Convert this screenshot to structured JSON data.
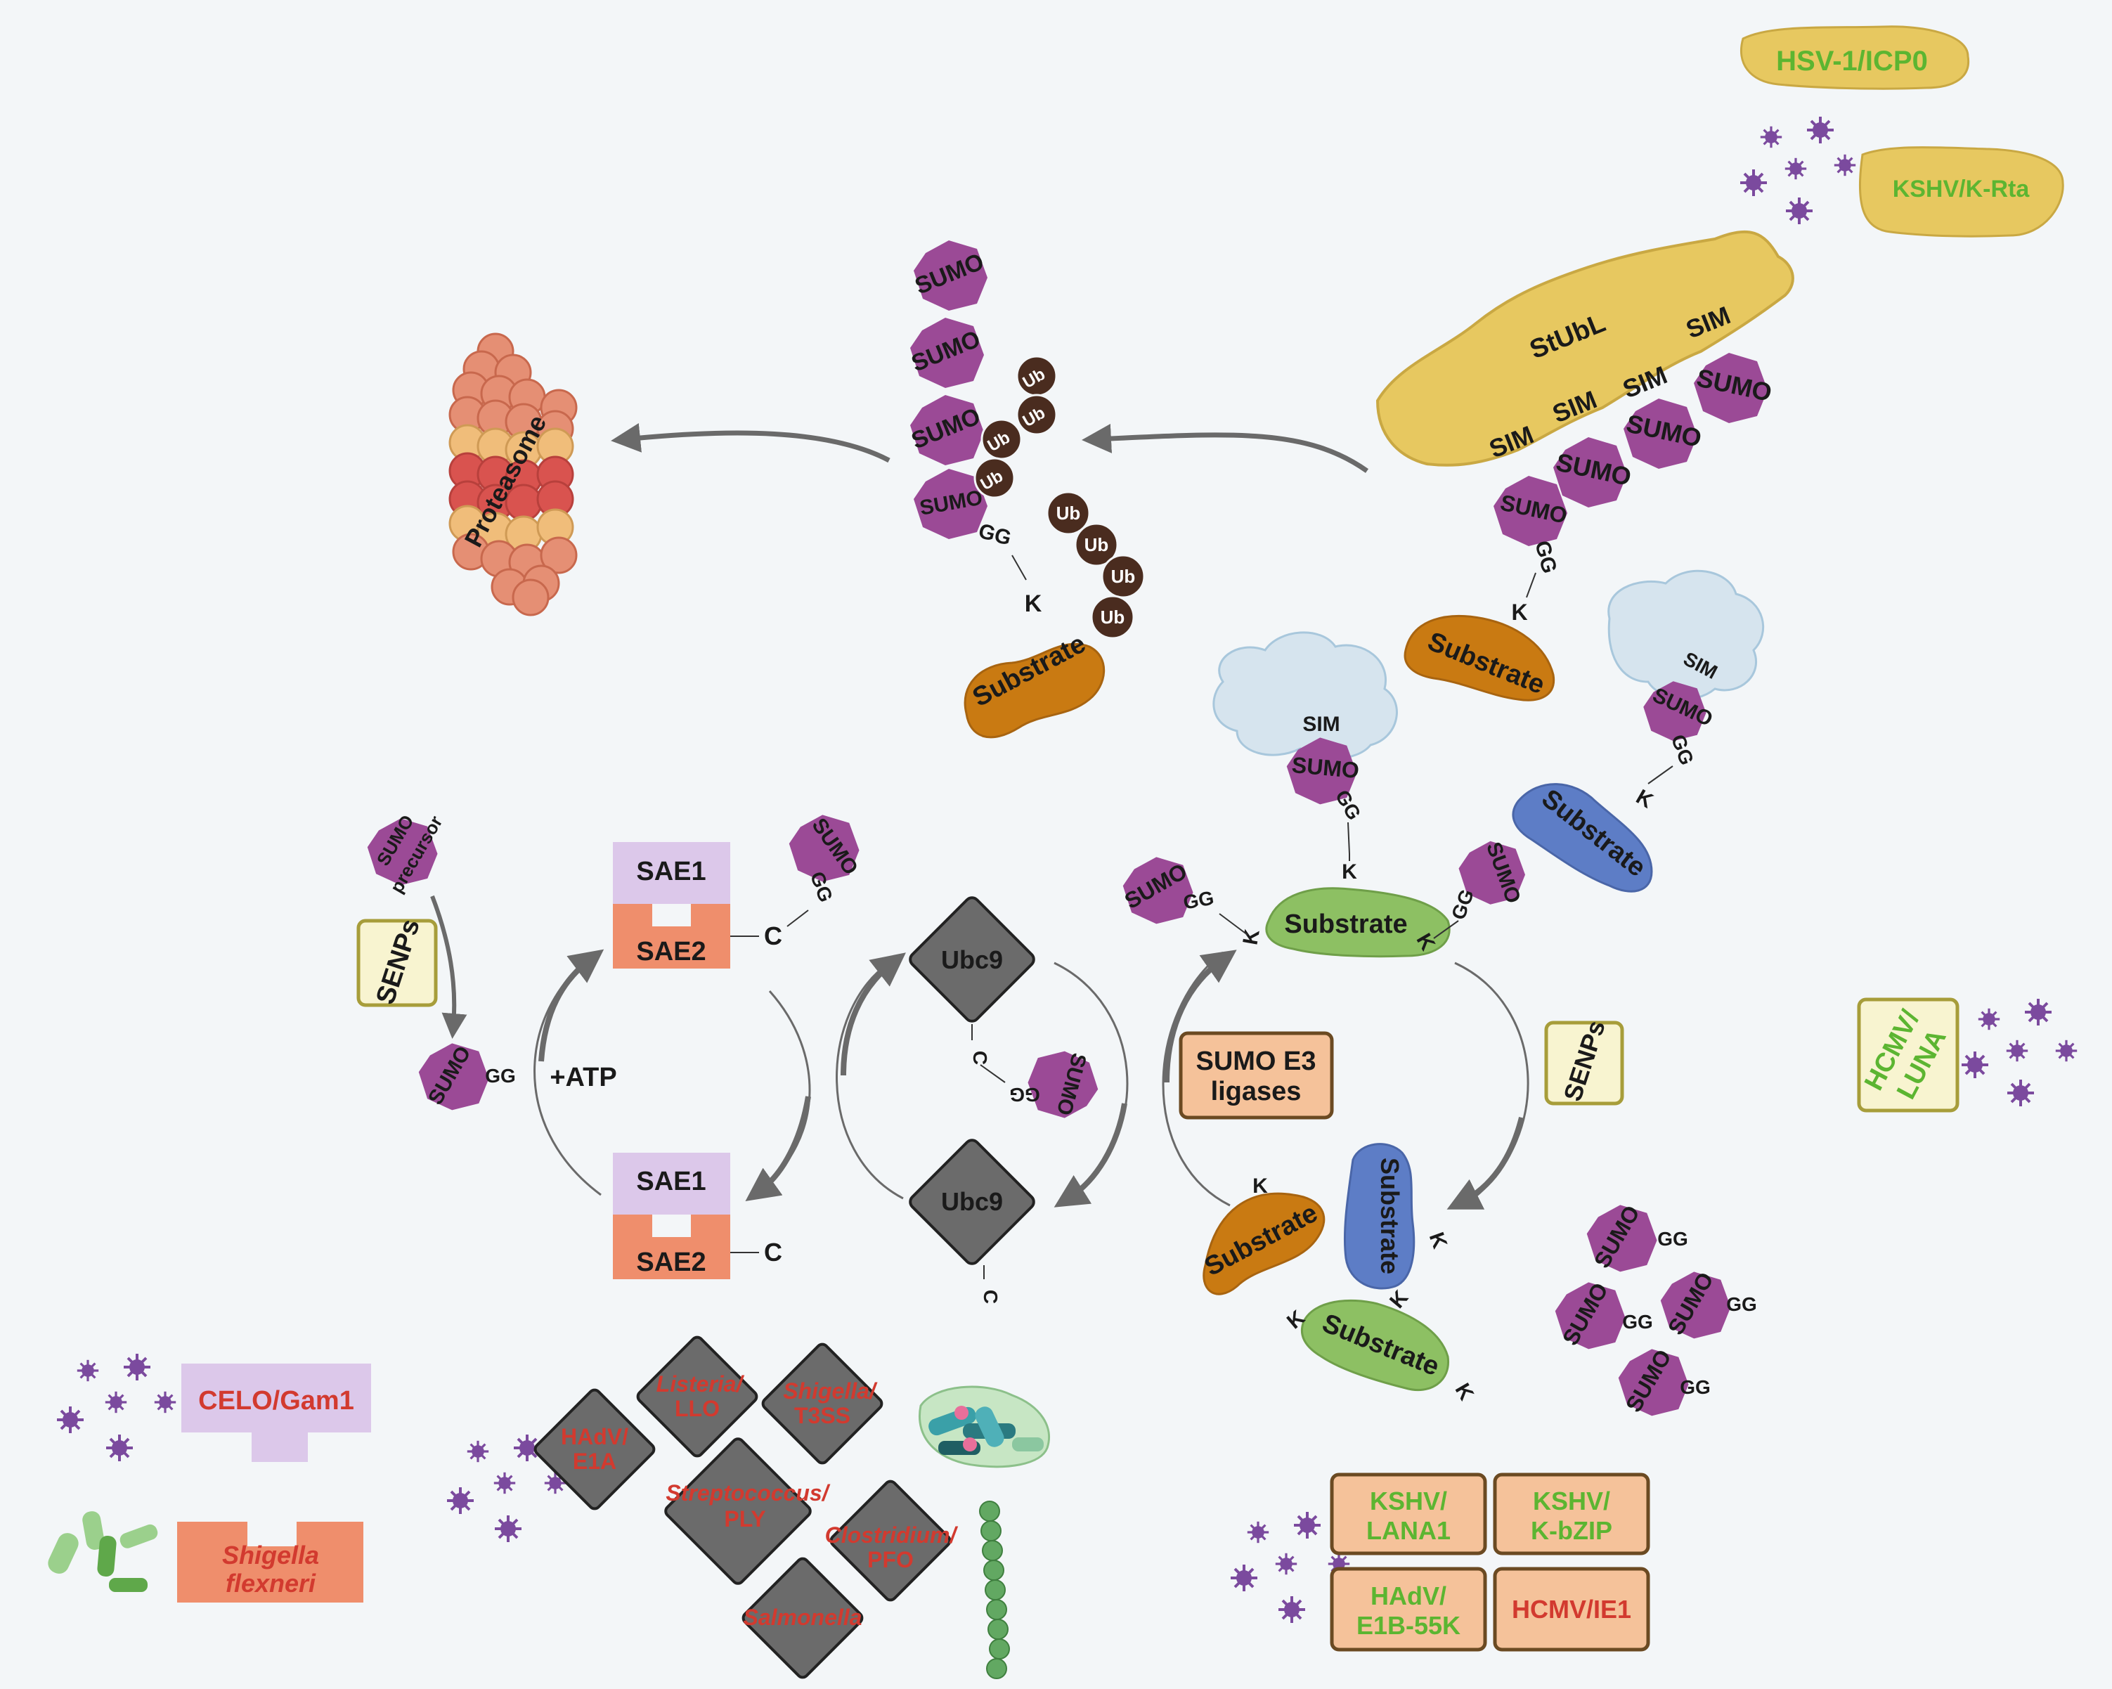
{
  "labels": {
    "sumo": "SUMO",
    "sumo_precursor_line1": "SUMO",
    "sumo_precursor_line2": "precursor",
    "gg": "GG",
    "k": "K",
    "c": "C",
    "ub": "Ub",
    "sim": "SIM",
    "stubl": "StUbL",
    "substrate": "Substrate",
    "proteasome": "Proteasome",
    "senps": "SENPs",
    "sae1": "SAE1",
    "sae2": "SAE2",
    "ubc9": "Ubc9",
    "atp": "+ATP",
    "e3_line1": "SUMO E3",
    "e3_line2": "ligases"
  },
  "pathogens": {
    "hsv1": "HSV-1/ICP0",
    "kshv_krta": "KSHV/K-Rta",
    "hcmv_luna_line1": "HCMV/",
    "hcmv_luna_line2": "LUNA",
    "celo_gam1": "CELO/Gam1",
    "shigella_flexneri_line1": "Shigella",
    "shigella_flexneri_line2": "flexneri",
    "hadv_e1a_line1": "HAdV/",
    "hadv_e1a_line2": "E1A",
    "listeria_line1": "Listeria/",
    "listeria_line2": "LLO",
    "shigella_t3ss_line1": "Shigella/",
    "shigella_t3ss_line2": "T3SS",
    "strep_line1": "Streptococcus/",
    "strep_line2": "PLY",
    "clostridium_line1": "Clostridium/",
    "clostridium_line2": "PFO",
    "salmonella": "Salmonella",
    "kshv_lana1_line1": "KSHV/",
    "kshv_lana1_line2": "LANA1",
    "kshv_kbzip_line1": "KSHV/",
    "kshv_kbzip_line2": "K-bZIP",
    "hadv_e1b_line1": "HAdV/",
    "hadv_e1b_line2": "E1B-55K",
    "hcmv_ie1": "HCMV/IE1"
  },
  "colors": {
    "background": "#f3f6f8",
    "sumo": "#9b4a96",
    "ubiquitin": "#4a2c1f",
    "substrate_orange": "#c97a12",
    "substrate_green": "#8dc063",
    "substrate_blue": "#5d7dc6",
    "stubl": "#e7c860",
    "sae1": "#dcc8ea",
    "sae2": "#ef8e6c",
    "ubc9": "#6b6b6b",
    "senps_box": "#f8f4d0",
    "e3_box": "#f5c29a",
    "virus": "#7b4a9e",
    "pathogen_green_text": "#5cb531",
    "pathogen_red_text": "#d23a2f"
  }
}
